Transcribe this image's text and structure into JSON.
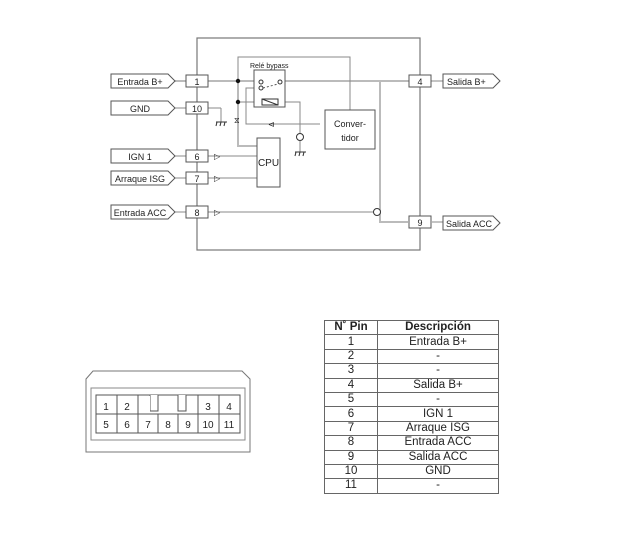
{
  "diagram": {
    "inputs": [
      {
        "label": "Entrada B+",
        "pin": "1"
      },
      {
        "label": "GND",
        "pin": "10"
      },
      {
        "label": "IGN 1",
        "pin": "6"
      },
      {
        "label": "Arraque ISG",
        "pin": "7"
      },
      {
        "label": "Entrada ACC",
        "pin": "8"
      }
    ],
    "outputs": [
      {
        "label": "Salida B+",
        "pin": "4"
      },
      {
        "label": "Salida ACC",
        "pin": "9"
      }
    ],
    "relay_label": "Relé bypass",
    "cpu_label": "CPU",
    "converter_line1": "Conver-",
    "converter_line2": "tidor"
  },
  "connector": {
    "top_row": [
      "1",
      "2",
      "",
      "",
      "",
      "3",
      "4"
    ],
    "bottom_row": [
      "5",
      "6",
      "7",
      "8",
      "9",
      "10",
      "11"
    ]
  },
  "pin_table": {
    "headers": [
      "N˚ Pin",
      "Descripción"
    ],
    "rows": [
      [
        "1",
        "Entrada B+"
      ],
      [
        "2",
        "-"
      ],
      [
        "3",
        "-"
      ],
      [
        "4",
        "Salida B+"
      ],
      [
        "5",
        "-"
      ],
      [
        "6",
        "IGN 1"
      ],
      [
        "7",
        "Arraque ISG"
      ],
      [
        "8",
        "Entrada ACC"
      ],
      [
        "9",
        "Salida ACC"
      ],
      [
        "10",
        "GND"
      ],
      [
        "11",
        "-"
      ]
    ]
  }
}
